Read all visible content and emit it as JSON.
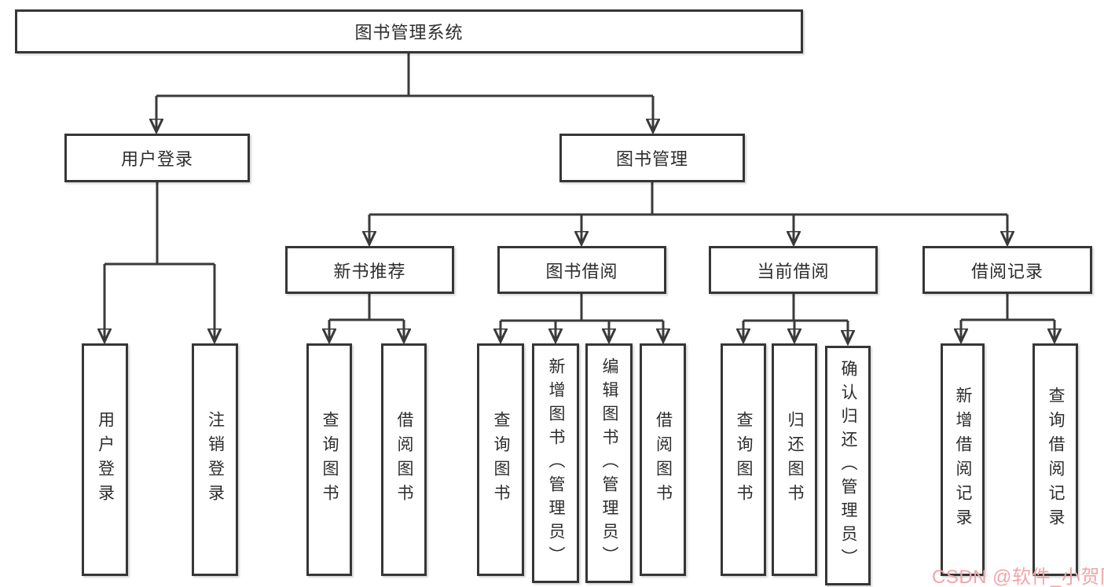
{
  "diagram": {
    "root": {
      "label": "图书管理系统"
    },
    "branches": [
      {
        "label": "用户登录",
        "children": [
          {
            "label": "用户登录"
          },
          {
            "label": "注销登录"
          }
        ]
      },
      {
        "label": "图书管理",
        "children": [
          {
            "label": "新书推荐",
            "children": [
              {
                "label": "查询图书"
              },
              {
                "label": "借阅图书"
              }
            ]
          },
          {
            "label": "图书借阅",
            "children": [
              {
                "label": "查询图书"
              },
              {
                "label": "新增图书（管理员）"
              },
              {
                "label": "编辑图书（管理员）"
              },
              {
                "label": "借阅图书"
              }
            ]
          },
          {
            "label": "当前借阅",
            "children": [
              {
                "label": "查询图书"
              },
              {
                "label": "归还图书"
              },
              {
                "label": "确认归还（管理员）"
              }
            ]
          },
          {
            "label": "借阅记录",
            "children": [
              {
                "label": "新增借阅记录"
              },
              {
                "label": "查询借阅记录"
              }
            ]
          }
        ]
      }
    ]
  },
  "watermark": {
    "text": "CSDN @软件_小贺同学"
  },
  "colors": {
    "line": "#3a3a3a",
    "box_border": "#363636",
    "box_background": "#ffffff",
    "text": "#2d2d2d",
    "watermark": "#f0a5a8"
  }
}
